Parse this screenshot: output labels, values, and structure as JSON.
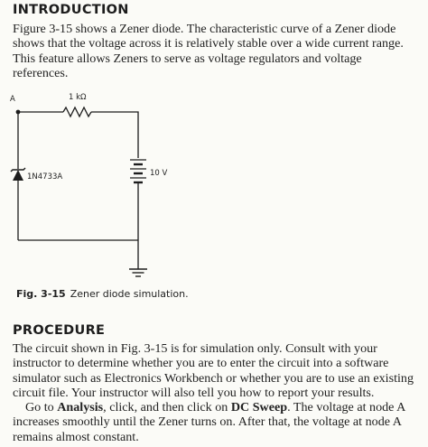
{
  "intro": {
    "heading": "INTRODUCTION",
    "text": "Figure 3-15 shows a Zener diode. The characteristic curve of a Zener diode shows that the voltage across it is relatively stable over a wide current range. This feature allows Zeners to serve as voltage regulators and voltage references."
  },
  "circuit": {
    "node_label": "A",
    "resistor_label": "1 kΩ",
    "diode_label": "1N4733A",
    "source_label": "10 V"
  },
  "figure": {
    "number": "Fig. 3-15",
    "caption": "Zener diode simulation."
  },
  "procedure": {
    "heading": "PROCEDURE",
    "paragraph_1": "The circuit shown in Fig. 3-15 is for simulation only. Consult with your instructor to determine whether you are to enter the circuit into a software simulator such as Electronics Workbench or whether you are to use an existing circuit file. Your instructor will also tell you how to report your results.",
    "p2_prefix": "Go to ",
    "p2_analysis": "Analysis",
    "p2_middle": ", click, and then click on ",
    "p2_dcsweep": "DC Sweep",
    "p2_suffix": ". The voltage at node A increases smoothly until the Zener turns on. After that, the voltage at node A remains almost constant."
  }
}
